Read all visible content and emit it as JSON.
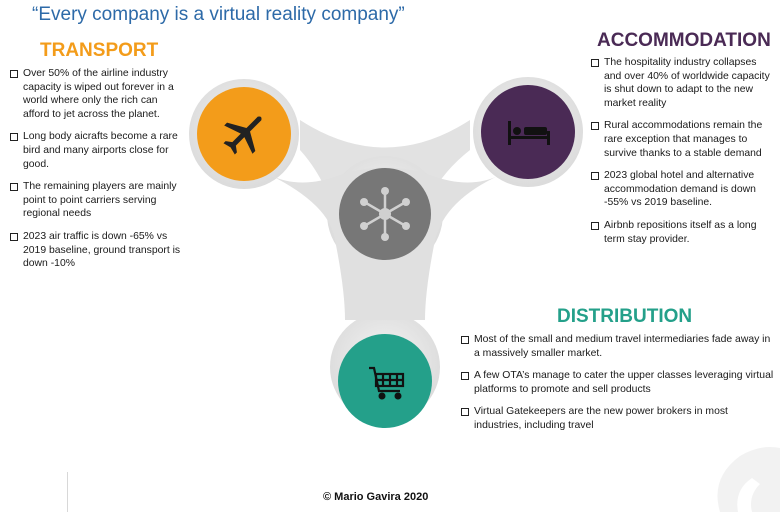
{
  "quote": "“Every company is a virtual reality company”",
  "transport": {
    "title": "TRANSPORT",
    "bullets": [
      "Over 50% of the airline industry capacity is wiped out forever in a world where only the rich can afford to jet across the planet.",
      "Long body aicrafts become a rare bird and many airports close for good.",
      "The remaining players are mainly point to point carriers serving regional needs",
      "2023 air traffic is down -65% vs 2019 baseline,  ground transport is down -10%"
    ],
    "icon": "airplane-icon",
    "color": "#f39c1a"
  },
  "accommodation": {
    "title": "ACCOMMODATION",
    "bullets": [
      "The hospitality industry collapses and over 40% of  worldwide capacity is shut down to adapt to the new market reality",
      "Rural accommodations remain the rare exception that manages to survive thanks to a stable demand",
      "2023 global hotel  and alternative accommodation demand is down -55% vs 2019 baseline.",
      "Airbnb repositions itself as a long term stay provider."
    ],
    "icon": "bed-icon",
    "color": "#4a2a55"
  },
  "distribution": {
    "title": "DISTRIBUTION",
    "bullets": [
      "Most of the small and medium travel intermediaries fade away in a massively smaller market.",
      "A few OTA’s manage to cater the upper classes leveraging virtual platforms to promote and sell products",
      "Virtual Gatekeepers are the new power brokers in most industries, including travel"
    ],
    "icon": "shopping-cart-icon",
    "color": "#24a08a"
  },
  "center": {
    "icon": "network-icon",
    "color": "#777777"
  },
  "footer": "© Mario Gavira 2020"
}
